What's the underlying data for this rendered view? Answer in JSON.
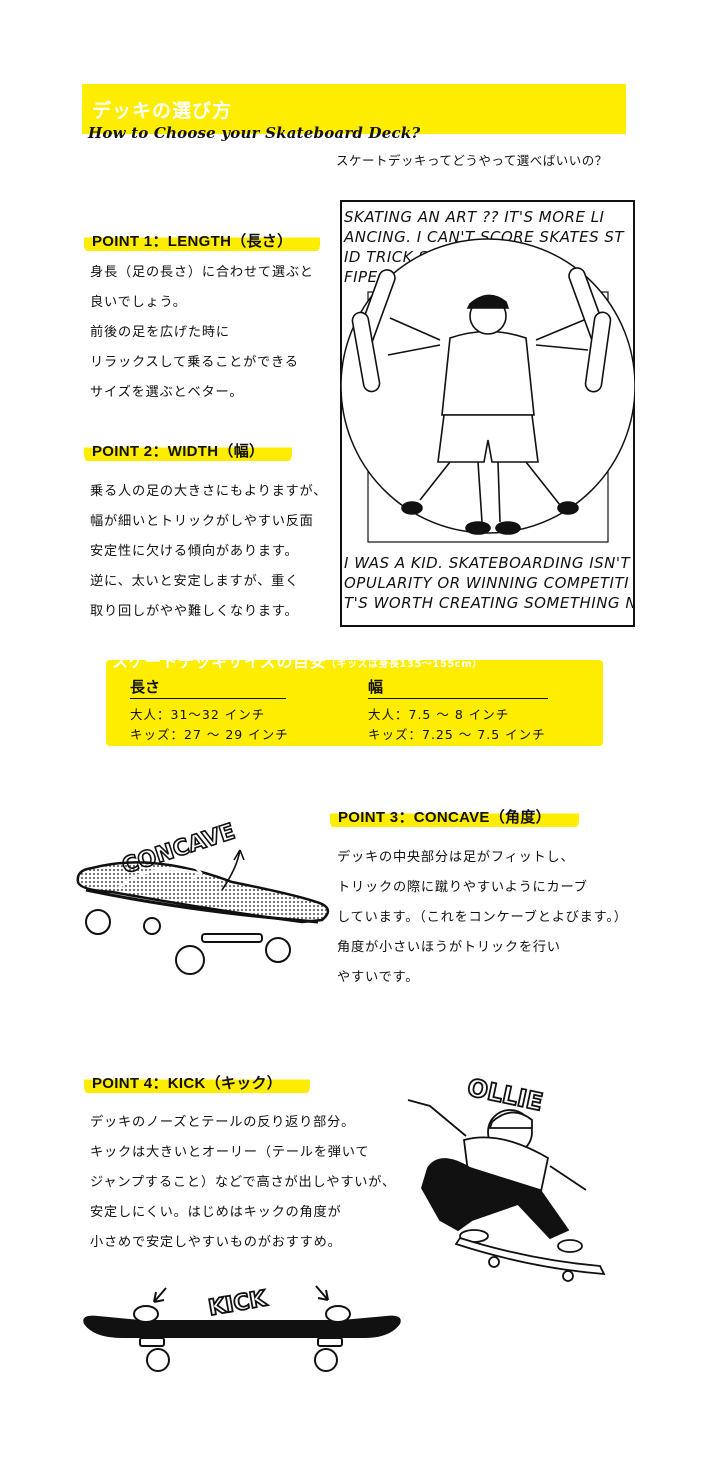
{
  "header": {
    "title_jp": "デッキの選び方",
    "title_en": "How to Choose your Skateboard Deck?",
    "subtitle": "スケートデッキってどうやって選べばいいの？"
  },
  "point1": {
    "heading": "POINT 1：LENGTH（長さ）",
    "lines": [
      "身長（足の長さ）に合わせて選ぶと",
      "良いでしょう。",
      "前後の足を広げた時に",
      "リラックスして乗ることができる",
      "サイズを選ぶとベター。"
    ]
  },
  "point2": {
    "heading": "POINT 2：WIDTH（幅）",
    "lines": [
      "乗る人の足の大きさにもよりますが、",
      "幅が細いとトリックがしやすい反面",
      "安定性に欠ける傾向があります。",
      "逆に、太いと安定しますが、重く",
      "取り回しがやや難しくなります。"
    ]
  },
  "vitruvian_illustration": {
    "top_lines": [
      "SKATING AN ART ?? IT'S MORE LI",
      "ANCING. I CAN'T SCORE SKATES ST",
      "ID TRICK SA          SKATING H",
      "FIPEO                  Y SIN"
    ],
    "bottom_lines": [
      "I WAS A KID. SKATEBOARDING ISN'T AI",
      "OPULARITY OR WINNING COMPETITI",
      "T'S WORTH CREATING SOMETHING N"
    ]
  },
  "size_table": {
    "title": "スケートデッキサイズの目安",
    "title_note": "（キッズは身長135～155cm）",
    "length": {
      "header": "長さ",
      "adult": "大人：31～32 インチ",
      "kids": "キッズ：27 ～ 29 インチ"
    },
    "width": {
      "header": "幅",
      "adult": "大人：7.5 ～ 8 インチ",
      "kids": "キッズ：7.25 ～ 7.5 インチ"
    }
  },
  "point3": {
    "heading": "POINT 3：CONCAVE（角度）",
    "illustration_label": "CONCAVE",
    "lines": [
      "デッキの中央部分は足がフィットし、",
      "トリックの際に蹴りやすいようにカーブ",
      "しています。（これをコンケーブとよびます。）",
      "角度が小さいほうがトリックを行い",
      "やすいです。"
    ]
  },
  "point4": {
    "heading": "POINT 4：KICK（キック）",
    "illustration_label_ollie": "OLLIE",
    "illustration_label_kick": "KICK",
    "lines": [
      "デッキのノーズとテールの反り返り部分。",
      "キックは大きいとオーリー（テールを弾いて",
      "ジャンプすること）などで高さが出しやすいが、",
      "安定しにくい。はじめはキックの角度が",
      "小さめで安定しやすいものがおすすめ。"
    ]
  },
  "colors": {
    "accent_yellow": "#ffed00",
    "ink": "#111111"
  }
}
